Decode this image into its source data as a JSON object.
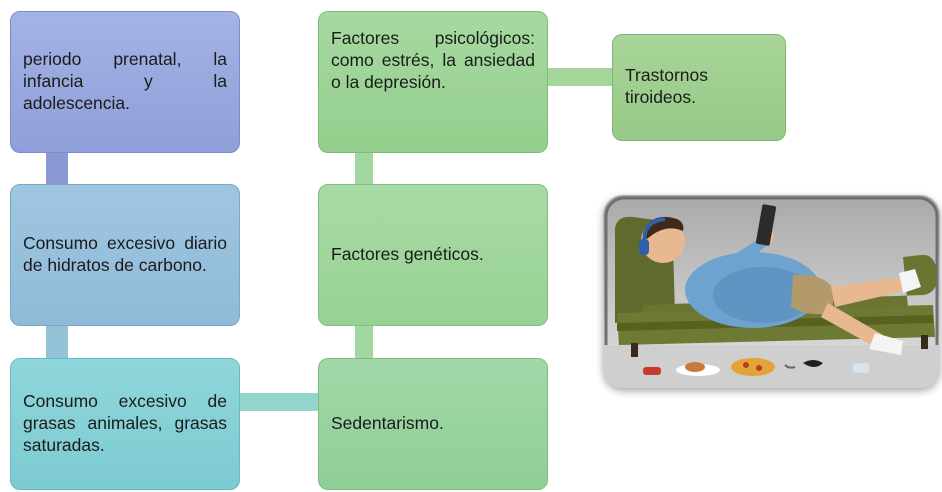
{
  "boxes": {
    "prenatal": "periodo prenatal, la infancia y la adolescencia.",
    "hidratos": "Consumo excesivo diario de hidratos de carbono.",
    "grasas": "Consumo excesivo de grasas animales, grasas saturadas.",
    "psicologicos": "Factores psicológicos: como estrés, la ansiedad o la depresión.",
    "geneticos": "Factores genéticos.",
    "sedentarismo": "Sedentarismo.",
    "tiroideos": "Trastornos tiroideos."
  },
  "colors": {
    "connector_blue": "#8a98d3",
    "connector_teal": "#8ec3c9",
    "connector_green": "#9fd89a"
  },
  "illustration": {
    "subject": "person-lying-on-couch-with-tablet-icon"
  }
}
